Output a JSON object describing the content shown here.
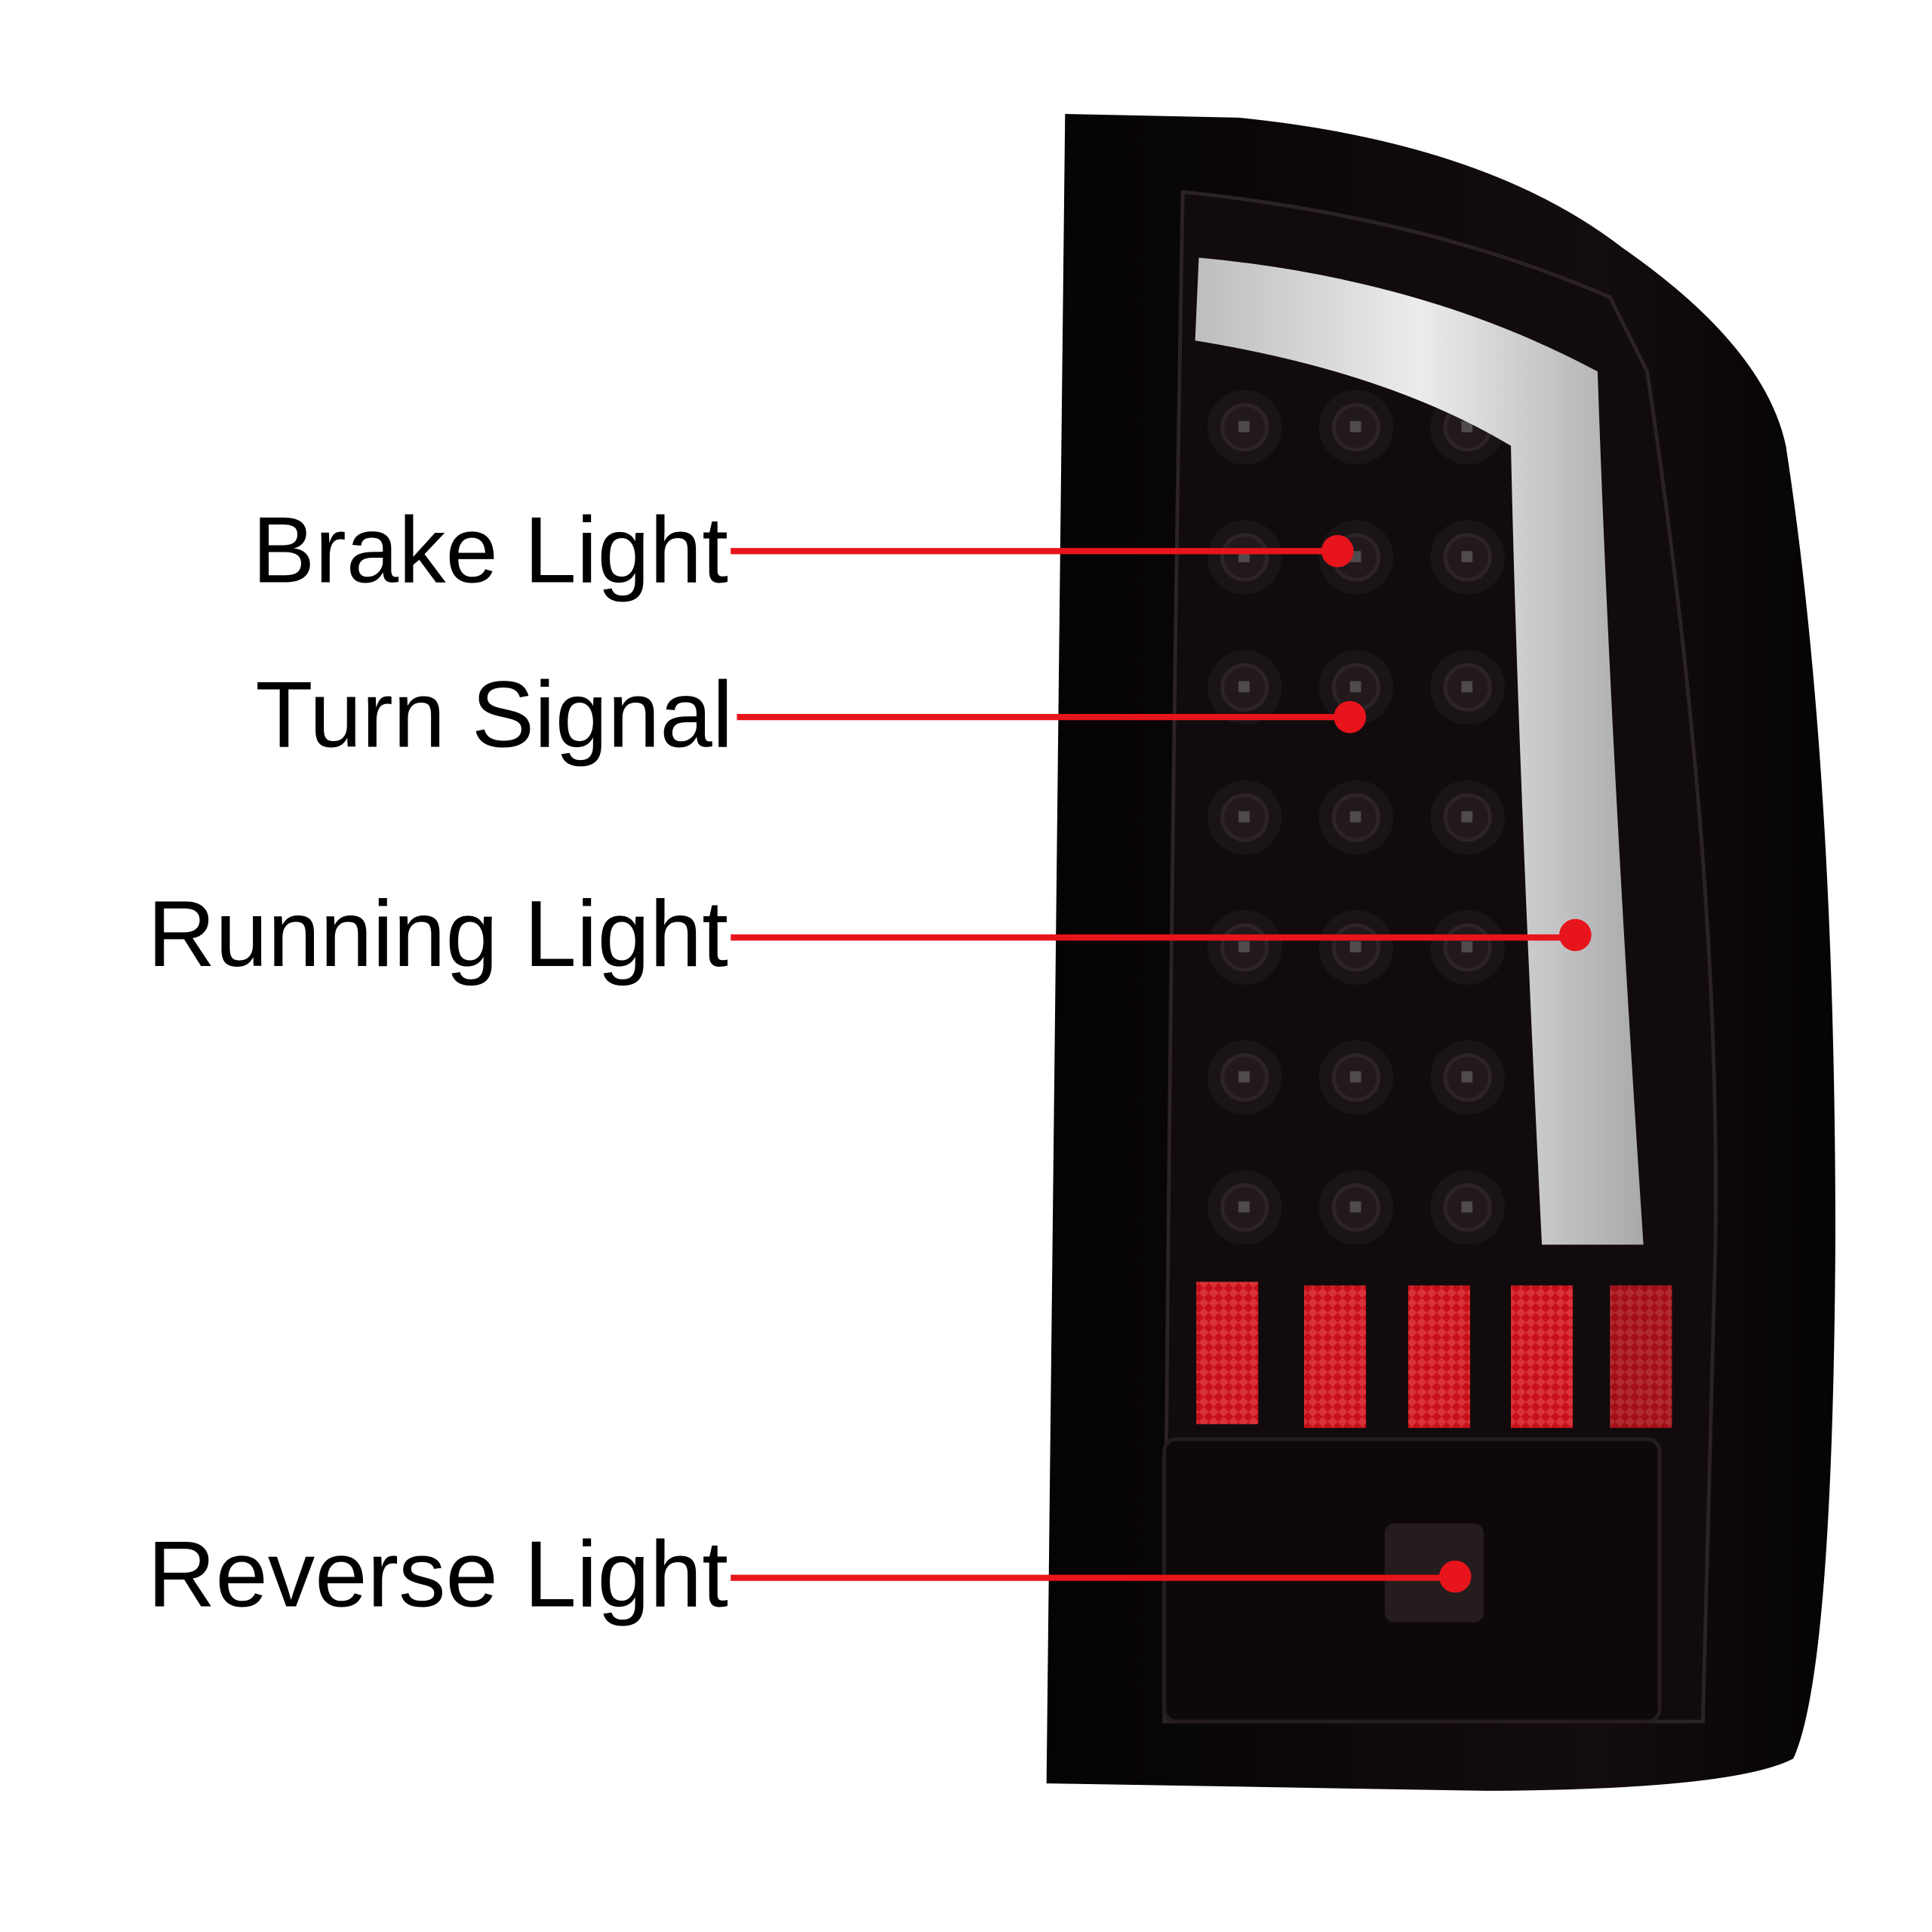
{
  "labels": {
    "brake": "Brake Light",
    "turn": "Turn Signal",
    "running": "Running Light",
    "reverse": "Reverse Light"
  },
  "colors": {
    "callout": "#e8141c",
    "lens_dark": "#0b0708",
    "reflector": "#c8101a",
    "light_bar": "#e9e9ea"
  }
}
